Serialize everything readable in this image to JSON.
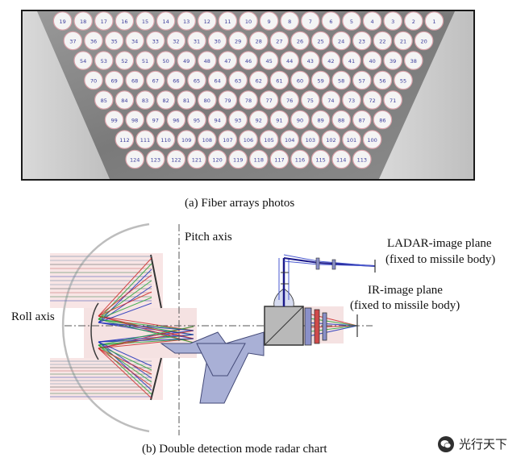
{
  "figure_a": {
    "caption": "(a) Fiber arrays photos",
    "rows": [
      {
        "count": 19,
        "labels": [
          "19",
          "18",
          "17",
          "16",
          "15",
          "14",
          "13",
          "12",
          "11",
          "10",
          "9",
          "8",
          "7",
          "6",
          "5",
          "4",
          "3",
          "2",
          "1"
        ]
      },
      {
        "count": 18,
        "labels": [
          "37",
          "36",
          "35",
          "34",
          "33",
          "32",
          "31",
          "30",
          "29",
          "28",
          "27",
          "26",
          "25",
          "24",
          "23",
          "22",
          "21",
          "20"
        ]
      },
      {
        "count": 17,
        "labels": [
          "54",
          "53",
          "52",
          "51",
          "50",
          "49",
          "48",
          "47",
          "46",
          "45",
          "44",
          "43",
          "42",
          "41",
          "40",
          "39",
          "38"
        ]
      },
      {
        "count": 16,
        "labels": [
          "70",
          "69",
          "68",
          "67",
          "66",
          "65",
          "64",
          "63",
          "62",
          "61",
          "60",
          "59",
          "58",
          "57",
          "56",
          "55"
        ]
      },
      {
        "count": 15,
        "labels": [
          "85",
          "84",
          "83",
          "82",
          "81",
          "80",
          "79",
          "78",
          "77",
          "76",
          "75",
          "74",
          "73",
          "72",
          "71"
        ]
      },
      {
        "count": 14,
        "labels": [
          "99",
          "98",
          "97",
          "96",
          "95",
          "94",
          "93",
          "92",
          "91",
          "90",
          "89",
          "88",
          "87",
          "86"
        ]
      },
      {
        "count": 13,
        "labels": [
          "112",
          "111",
          "110",
          "109",
          "108",
          "107",
          "106",
          "105",
          "104",
          "103",
          "102",
          "101",
          "100"
        ]
      },
      {
        "count": 12,
        "labels": [
          "124",
          "123",
          "122",
          "121",
          "120",
          "119",
          "118",
          "117",
          "116",
          "115",
          "114",
          "113"
        ]
      }
    ]
  },
  "figure_b": {
    "caption": "(b) Double detection mode radar chart",
    "labels": {
      "pitch_axis": "Pitch axis",
      "roll_axis": "Roll axis",
      "ladar_line1": "LADAR-image plane",
      "ladar_line2": "(fixed to missile body)",
      "ir_line1": "IR-image plane",
      "ir_line2": "(fixed to missile body)"
    }
  },
  "watermark": {
    "text": "光行天下",
    "icon": "wechat-icon"
  },
  "colors": {
    "prism": "#a9b0d6",
    "prism_stroke": "#444a78",
    "ray_red": "#cc2a2a",
    "ray_green": "#27a63a",
    "ray_blue": "#1c2fb8",
    "ladar": "#1c1a8a"
  }
}
